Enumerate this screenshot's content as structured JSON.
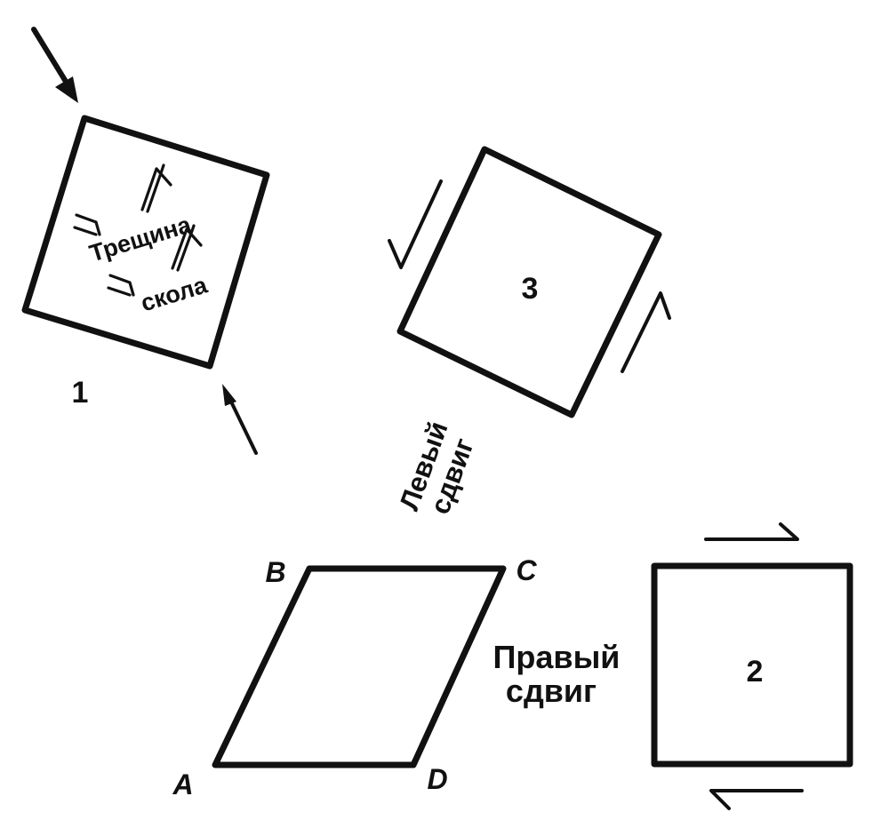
{
  "figures": {
    "fig1": {
      "number": "1",
      "text_line1": "Трещина",
      "text_line2": "скола"
    },
    "fig2": {
      "number": "2"
    },
    "fig3": {
      "number": "3"
    }
  },
  "labels": {
    "left_shear_line1": "Левый",
    "left_shear_line2": "сдвиг",
    "right_shear_line1": "Правый",
    "right_shear_line2": "сдвиг"
  },
  "vertices": {
    "A": "A",
    "B": "B",
    "C": "C",
    "D": "D"
  },
  "colors": {
    "ink": "#111111",
    "paper": "#ffffff"
  }
}
